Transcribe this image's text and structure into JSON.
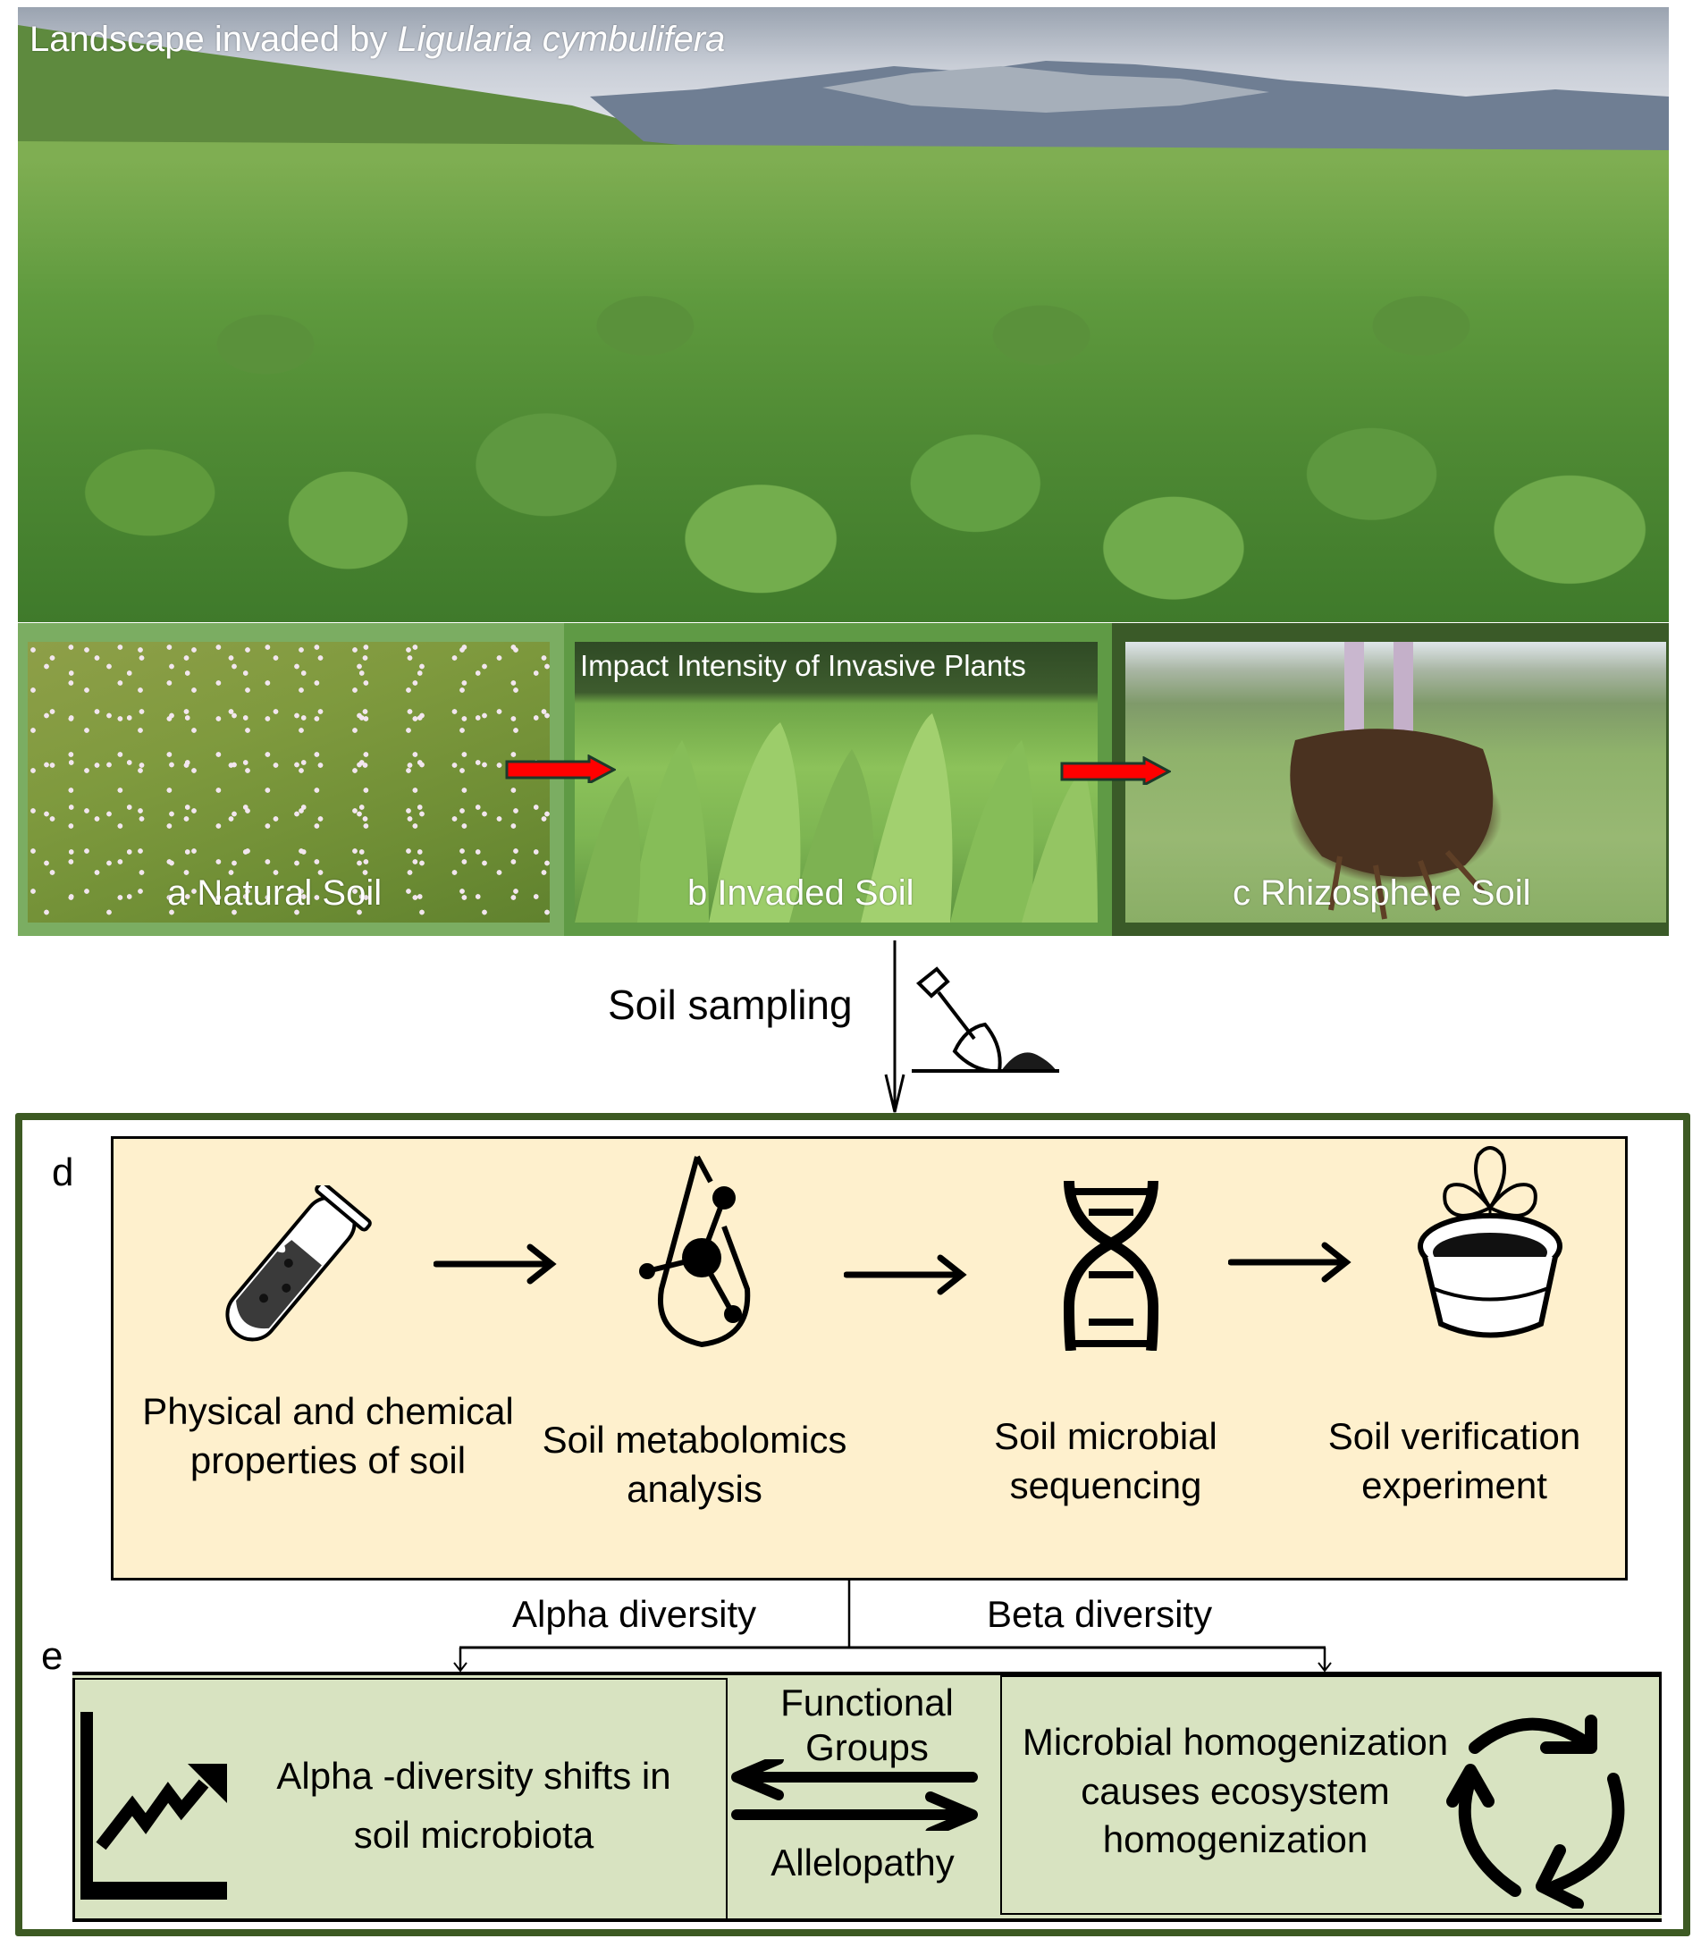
{
  "landscape": {
    "title_plain": "Landscape invaded by ",
    "title_italic": "Ligularia cymbulifera"
  },
  "panels": [
    {
      "letter": "a",
      "label": "a  Natural Soil",
      "frame_color": "#7bad62"
    },
    {
      "letter": "b",
      "label": "b  Invaded Soil",
      "frame_color": "#5f9a45",
      "overlay_title": "Impact Intensity of Invasive Plants"
    },
    {
      "letter": "c",
      "label": "c  Rhizosphere Soil",
      "frame_color": "#3a5a28"
    }
  ],
  "transition_arrow_color": "#ff0000",
  "sampling": {
    "label": "Soil sampling",
    "icon": "shovel-icon"
  },
  "section_d": {
    "letter": "d",
    "background": "#fef0cd",
    "steps": [
      {
        "icon": "test-tube-icon",
        "label": "Physical and chemical properties of soil"
      },
      {
        "icon": "metabolite-drop-icon",
        "label": "Soil metabolomics analysis"
      },
      {
        "icon": "dna-icon",
        "label": "Soil microbial sequencing"
      },
      {
        "icon": "potted-plant-icon",
        "label": "Soil verification experiment"
      }
    ]
  },
  "branches": {
    "alpha": "Alpha diversity",
    "beta": "Beta diversity"
  },
  "section_e": {
    "letter": "e",
    "background": "#d8e3c1",
    "alpha_box": {
      "icon": "trend-up-chart-icon",
      "text": "Alpha -diversity shifts in soil microbiota"
    },
    "beta_box": {
      "icon": "cycle-arrows-icon",
      "text": "Microbial homogenization causes ecosystem homogenization"
    },
    "left_arrow_label": "Functional Groups",
    "right_arrow_label": "Allelopathy"
  },
  "outer_border_color": "#3d5a23"
}
